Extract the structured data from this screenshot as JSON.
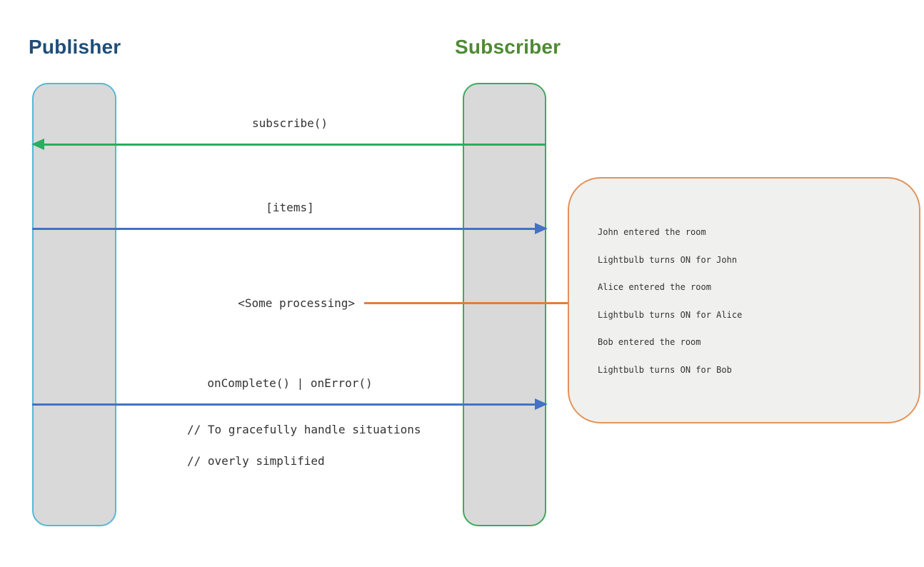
{
  "diagram": {
    "type": "sequence-diagram",
    "actors": [
      {
        "name": "Publisher",
        "title_color": "#1f4e79",
        "border_color": "#56b8d8",
        "fill_color": "#d9d9d9"
      },
      {
        "name": "Subscriber",
        "title_color": "#4e8a34",
        "border_color": "#41a85f",
        "fill_color": "#d9d9d9"
      }
    ],
    "messages": [
      {
        "label": "subscribe()",
        "from": "Subscriber",
        "to": "Publisher",
        "direction": "left",
        "color": "#27ae60"
      },
      {
        "label": "[items]",
        "from": "Publisher",
        "to": "Subscriber",
        "direction": "right",
        "color": "#4472c4"
      },
      {
        "label": "<Some processing>",
        "from": "Subscriber",
        "to": "note",
        "direction": "none",
        "color": "#e07e3e"
      },
      {
        "label": "onComplete() | onError()",
        "from": "Publisher",
        "to": "Subscriber",
        "direction": "right",
        "color": "#4472c4"
      }
    ],
    "comments": [
      "// To gracefully handle situations",
      "// overly simplified"
    ],
    "notes": {
      "border_color": "#e2935a",
      "fill_color": "#f0f0ee",
      "lines": [
        "John entered the room",
        "Lightbulb turns ON for John",
        "Alice entered the room",
        "Lightbulb turns ON for Alice",
        "Bob entered the room",
        "Lightbulb turns ON for Bob"
      ]
    }
  }
}
